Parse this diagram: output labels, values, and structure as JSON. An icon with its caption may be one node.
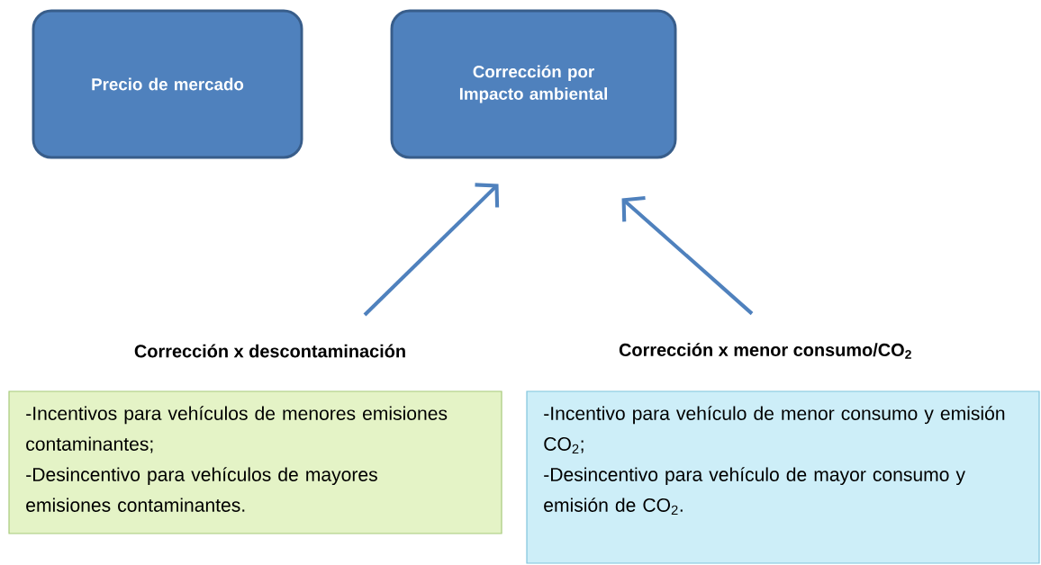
{
  "diagram": {
    "nodes": [
      {
        "text": [
          "Precio de mercado"
        ]
      },
      {
        "text": [
          "Corrección por Impacto ambiental"
        ]
      },
      {
        "text": [
          "Corrección x descontaminación",
          "-Incentivos para vehículos de menores emisiones contaminantes;",
          "-Desincentivo para vehículos de mayores emisiones contaminantes."
        ]
      },
      {
        "text": [
          "Corrección x menor consumo/CO$_{2}$",
          "-Incentivo para vehículo de menor consumo y emisión CO$_{2}$;",
          "-Desincentivo para vehículo de mayor consumo y emisión de CO$_{2}$."
        ]
      }
    ],
    "edges": [
      {
        "from": 2,
        "to": 1,
        "arrow": "to"
      },
      {
        "from": 3,
        "to": 1,
        "arrow": "to"
      }
    ]
  }
}
